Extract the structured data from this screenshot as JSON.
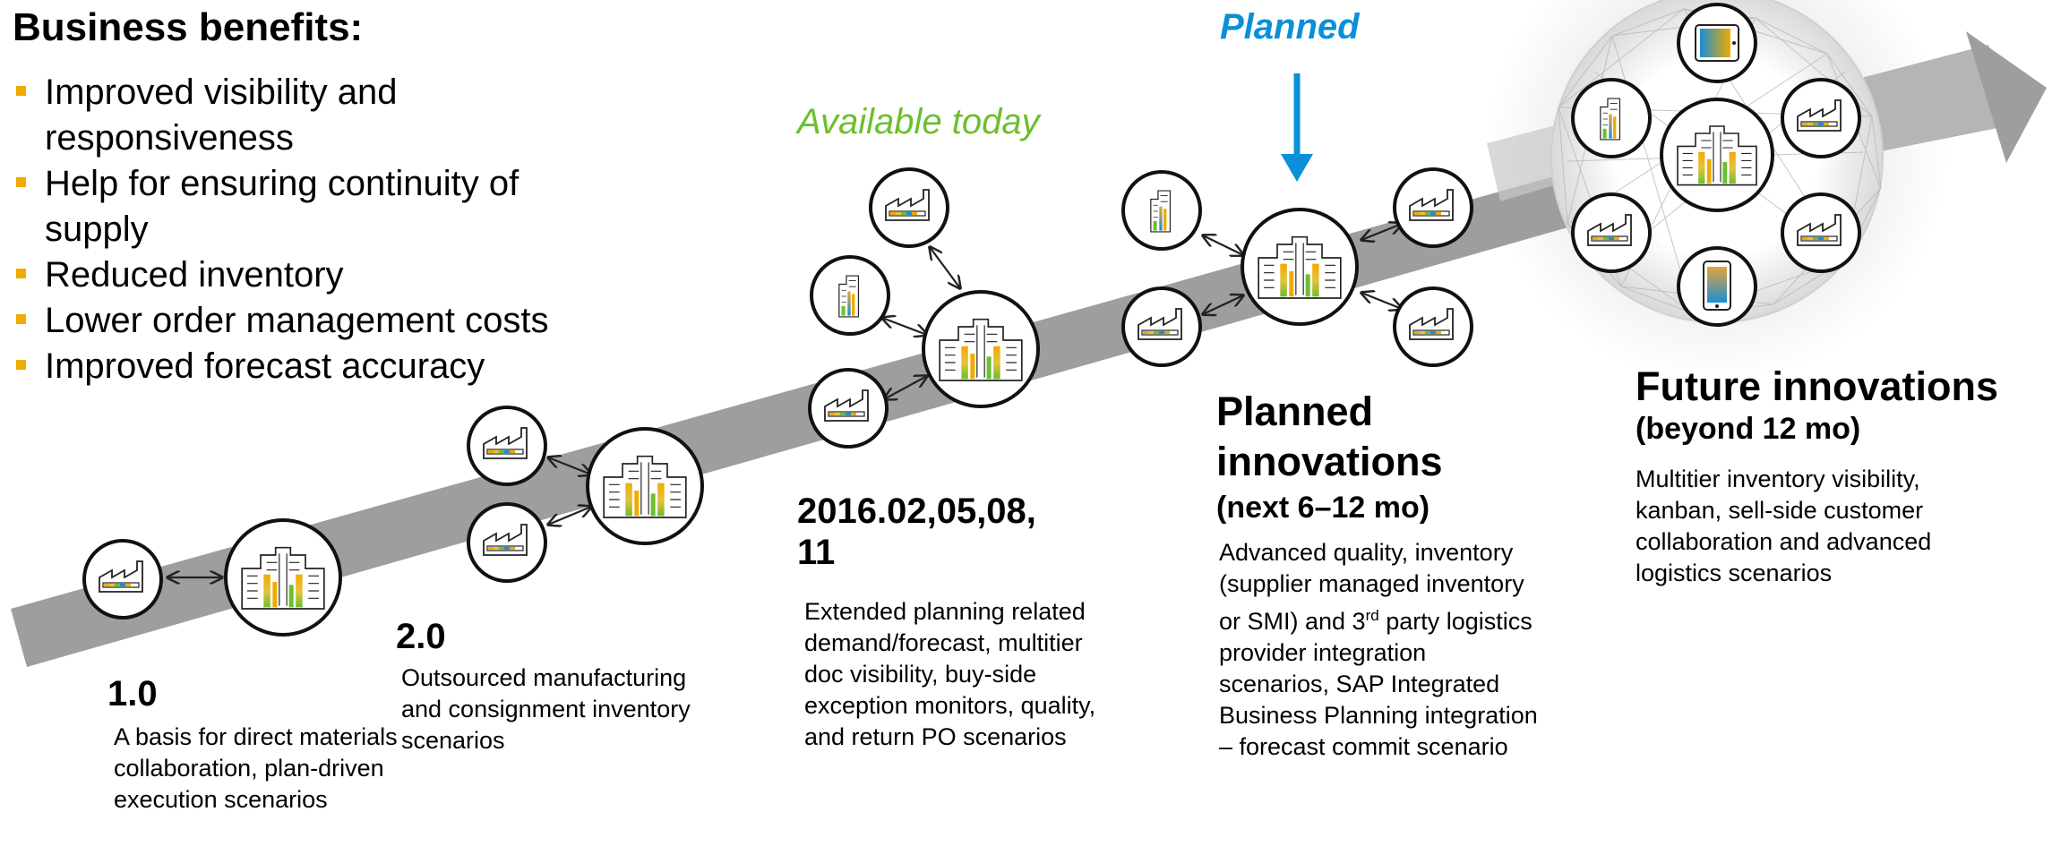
{
  "benefits": {
    "title": "Business benefits:",
    "items": [
      "Improved visibility and responsiveness",
      "Help for ensuring continuity of supply",
      "Reduced inventory",
      "Lower order management costs",
      "Improved forecast accuracy"
    ]
  },
  "labels": {
    "available_today": "Available today",
    "planned": "Planned"
  },
  "stages": {
    "v1": {
      "title": "1.0",
      "desc": "A basis for direct materials collaboration, plan-driven execution scenarios"
    },
    "v2": {
      "title": "2.0",
      "desc": "Outsourced manufacturing and consignment inventory scenarios"
    },
    "v2016": {
      "title": "2016.02,05,08, 11",
      "desc": "Extended planning related demand/forecast, multitier doc visibility, buy-side exception monitors, quality, and return PO scenarios"
    },
    "planned": {
      "title": "Planned innovations",
      "subtitle": "(next 6–12 mo)",
      "desc_part1": "Advanced quality, inventory (supplier managed inventory or SMI) and 3",
      "desc_sup": "rd",
      "desc_part2": " party logistics provider integration scenarios, SAP Integrated Business Planning integration – forecast commit scenario"
    },
    "future": {
      "title": "Future innovations",
      "subtitle": "(beyond 12 mo)",
      "desc": "Multitier inventory visibility, kanban, sell-side customer collaboration and advanced logistics scenarios"
    }
  },
  "colors": {
    "bullet": "#f0ab00",
    "available": "#6cbf2e",
    "planned": "#0a8fd8",
    "arrow_band": "#9e9e9e"
  },
  "icons": [
    "factory-icon",
    "building-icon",
    "tablet-icon",
    "smartphone-icon",
    "network-globe-icon",
    "double-arrow-icon",
    "down-arrow-icon"
  ]
}
